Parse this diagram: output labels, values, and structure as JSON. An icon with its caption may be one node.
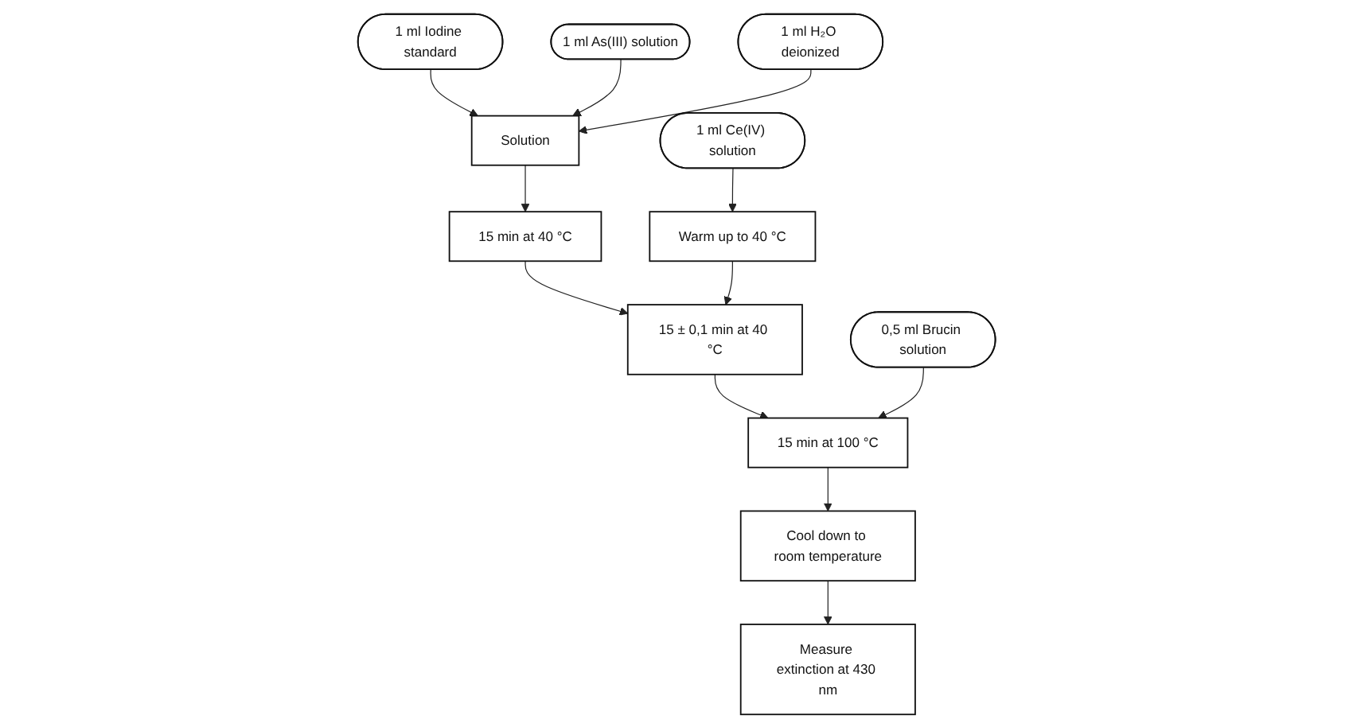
{
  "diagram": {
    "nodes": [
      {
        "text": [
          "1 ml Iodine standard"
        ]
      },
      {
        "text": [
          "1 ml As(III) solution"
        ]
      },
      {
        "text": [
          "1 ml H₂O deionized"
        ]
      },
      {
        "text": [
          "Solution"
        ]
      },
      {
        "text": [
          "15 min at 40 °C"
        ]
      },
      {
        "text": [
          "1 ml Ce(IV) solution"
        ]
      },
      {
        "text": [
          "Warm up to 40 °C"
        ]
      },
      {
        "text": [
          "15 ± 0,1 min at 40 °C"
        ]
      },
      {
        "text": [
          "0,5 ml Brucin solution"
        ]
      },
      {
        "text": [
          "15 min at 100 °C"
        ]
      },
      {
        "text": [
          "Cool down to room temperature"
        ]
      },
      {
        "text": [
          "Measure extinction at 430 nm"
        ]
      }
    ],
    "edges": [
      {
        "from": 0,
        "to": 3,
        "arrow": "to"
      },
      {
        "from": 1,
        "to": 3,
        "arrow": "to"
      },
      {
        "from": 2,
        "to": 3,
        "arrow": "to"
      },
      {
        "from": 3,
        "to": 4,
        "arrow": "to"
      },
      {
        "from": 5,
        "to": 6,
        "arrow": "to"
      },
      {
        "from": 4,
        "to": 7,
        "arrow": "to"
      },
      {
        "from": 6,
        "to": 7,
        "arrow": "to"
      },
      {
        "from": 7,
        "to": 9,
        "arrow": "to"
      },
      {
        "from": 8,
        "to": 9,
        "arrow": "to"
      },
      {
        "from": 9,
        "to": 10,
        "arrow": "to"
      },
      {
        "from": 10,
        "to": 11,
        "arrow": "to"
      }
    ]
  }
}
